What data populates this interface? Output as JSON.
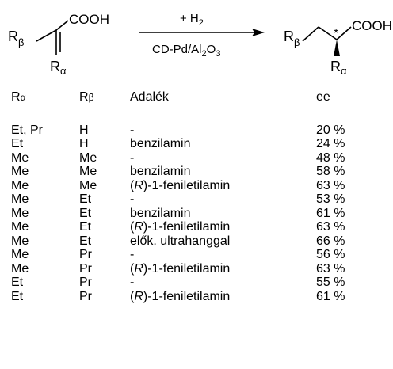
{
  "scheme": {
    "reactant_acid": "COOH",
    "product_acid": "COOH",
    "r_alpha_main": "R",
    "r_alpha_sub": "α",
    "r_beta_main": "R",
    "r_beta_sub": "β",
    "reagent_top": "+ H",
    "reagent_top_sub": "2",
    "catalyst_pre": "CD-Pd/Al",
    "catalyst_sub1": "2",
    "catalyst_mid": "O",
    "catalyst_sub2": "3",
    "stereo_mark": "*"
  },
  "table": {
    "headers": {
      "r_alpha_main": "R",
      "r_alpha_sub": "α",
      "r_beta_main": "R",
      "r_beta_sub": "β",
      "additive": "Adalék",
      "ee": "ee"
    },
    "rows": [
      {
        "ra": "Et, Pr",
        "rb": "H",
        "pre": "",
        "it": "",
        "post": "-",
        "ee": "20 %"
      },
      {
        "ra": "Et",
        "rb": "H",
        "pre": "",
        "it": "",
        "post": "benzilamin",
        "ee": "24 %"
      },
      {
        "ra": "Me",
        "rb": "Me",
        "pre": "",
        "it": "",
        "post": "-",
        "ee": "48 %"
      },
      {
        "ra": "Me",
        "rb": "Me",
        "pre": "",
        "it": "",
        "post": "benzilamin",
        "ee": "58 %"
      },
      {
        "ra": "Me",
        "rb": "Me",
        "pre": "(",
        "it": "R",
        "post": ")-1-feniletilamin",
        "ee": "63 %"
      },
      {
        "ra": "Me",
        "rb": "Et",
        "pre": "",
        "it": "",
        "post": "-",
        "ee": "53 %"
      },
      {
        "ra": "Me",
        "rb": "Et",
        "pre": "",
        "it": "",
        "post": "benzilamin",
        "ee": "61 %"
      },
      {
        "ra": "Me",
        "rb": "Et",
        "pre": "(",
        "it": "R",
        "post": ")-1-feniletilamin",
        "ee": "63 %"
      },
      {
        "ra": "Me",
        "rb": "Et",
        "pre": "",
        "it": "",
        "post": "elők. ultrahanggal",
        "ee": "66 %"
      },
      {
        "ra": "Me",
        "rb": "Pr",
        "pre": "",
        "it": "",
        "post": "-",
        "ee": "56 %"
      },
      {
        "ra": "Me",
        "rb": "Pr",
        "pre": "(",
        "it": "R",
        "post": ")-1-feniletilamin",
        "ee": "63 %"
      },
      {
        "ra": "Et",
        "rb": "Pr",
        "pre": "",
        "it": "",
        "post": "-",
        "ee": "55 %"
      },
      {
        "ra": "Et",
        "rb": "Pr",
        "pre": "(",
        "it": "R",
        "post": ")-1-feniletilamin",
        "ee": "61 %"
      }
    ]
  }
}
